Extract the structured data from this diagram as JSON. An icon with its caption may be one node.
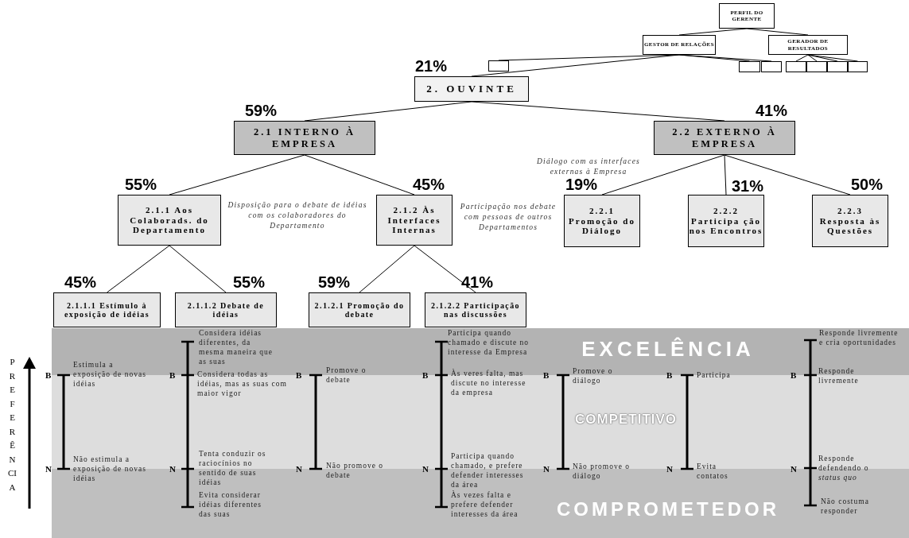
{
  "diagram": {
    "nodes": [
      {
        "text": [
          "PERFIL DO GERENTE"
        ]
      },
      {
        "text": [
          "GESTOR DE RELAÇÕES"
        ]
      },
      {
        "text": [
          "GERADOR DE RESULTADOS"
        ]
      },
      {
        "text": [],
        "shape": "box"
      },
      {
        "text": [],
        "shape": "box"
      },
      {
        "text": [],
        "shape": "box"
      },
      {
        "text": [],
        "shape": "box"
      },
      {
        "text": [],
        "shape": "box"
      },
      {
        "text": [],
        "shape": "box"
      },
      {
        "text": [],
        "shape": "box"
      },
      {
        "text": [
          "2. OUVINTE"
        ],
        "beside": [
          "21%"
        ]
      },
      {
        "text": [
          "2.1 INTERNO À EMPRESA"
        ],
        "beside": [
          "59%"
        ]
      },
      {
        "text": [
          "2.2 EXTERNO À EMPRESA"
        ],
        "beside": [
          "41%",
          "Diálogo com as interfaces externas à Empresa"
        ]
      },
      {
        "text": [
          "2.1.1 Aos Colaborads. do Departamento"
        ],
        "beside": [
          "55%",
          "Disposição para o debate de idéias com os colaboradores do Departamento"
        ]
      },
      {
        "text": [
          "2.1.2 Às Interfaces Internas"
        ],
        "beside": [
          "45%",
          "Participação nos debate com pessoas de outros Departamentos"
        ]
      },
      {
        "text": [
          "2.2.1 Promoção do Diálogo"
        ],
        "beside": [
          "19%"
        ]
      },
      {
        "text": [
          "2.2.2 Participa ção nos Encontros"
        ],
        "beside": [
          "31%"
        ]
      },
      {
        "text": [
          "2.2.3 Resposta às Questões"
        ],
        "beside": [
          "50%"
        ]
      },
      {
        "text": [
          "2.1.1.1 Estímulo à exposição de idéias"
        ],
        "beside": [
          "45%"
        ]
      },
      {
        "text": [
          "2.1.1.2 Debate de idéias"
        ],
        "beside": [
          "55%"
        ]
      },
      {
        "text": [
          "2.1.2.1 Promoção do debate"
        ],
        "beside": [
          "59%"
        ]
      },
      {
        "text": [
          "2.1.2.2 Participação nas discussões"
        ],
        "beside": [
          "41%"
        ]
      },
      {
        "text": [
          "EXCELÊNCIA"
        ]
      },
      {
        "text": [
          "COMPETITIVO"
        ]
      },
      {
        "text": [
          "COMPROMETEDOR"
        ]
      }
    ],
    "edges": [
      {
        "from": 0,
        "to": 1,
        "arrow": "none"
      },
      {
        "from": 0,
        "to": 2,
        "arrow": "none"
      },
      {
        "from": 1,
        "to": 3,
        "arrow": "none"
      },
      {
        "from": 1,
        "to": 10,
        "arrow": "none"
      },
      {
        "from": 1,
        "to": 4,
        "arrow": "none"
      },
      {
        "from": 1,
        "to": 5,
        "arrow": "none"
      },
      {
        "from": 2,
        "to": 6,
        "arrow": "none"
      },
      {
        "from": 2,
        "to": 7,
        "arrow": "none"
      },
      {
        "from": 2,
        "to": 8,
        "arrow": "none"
      },
      {
        "from": 2,
        "to": 9,
        "arrow": "none"
      },
      {
        "from": 10,
        "to": 11,
        "arrow": "none"
      },
      {
        "from": 10,
        "to": 12,
        "arrow": "none"
      },
      {
        "from": 11,
        "to": 13,
        "arrow": "none"
      },
      {
        "from": 11,
        "to": 14,
        "arrow": "none"
      },
      {
        "from": 12,
        "to": 15,
        "arrow": "none"
      },
      {
        "from": 12,
        "to": 16,
        "arrow": "none"
      },
      {
        "from": 12,
        "to": 17,
        "arrow": "none"
      },
      {
        "from": 13,
        "to": 18,
        "arrow": "none"
      },
      {
        "from": 13,
        "to": 19,
        "arrow": "none"
      },
      {
        "from": 14,
        "to": 20,
        "arrow": "none"
      },
      {
        "from": 14,
        "to": 21,
        "arrow": "none"
      }
    ],
    "labels": [
      "PREFERÊNCIA",
      "B",
      "Estimula a exposição de novas idéias",
      "N",
      "Não estimula a exposição de novas idéias",
      "Considera idéias diferentes, da mesma maneira que as suas",
      "B",
      "Considera todas as idéias, mas as suas com maior vigor",
      "N",
      "Tenta conduzir os raciocínios no sentido de suas idéias",
      "Evita considerar idéias diferentes das suas",
      "B",
      "Promove o debate",
      "N",
      "Não promove o debate",
      "Participa quando chamado e discute no interesse da Empresa",
      "B",
      "Às veres falta, mas discute no interesse da empresa",
      "N",
      "Participa quando chamado, e prefere defender interesses da área",
      "Às vezes falta e prefere defender interesses da área",
      "B",
      "Promove o diálogo",
      "N",
      "Não promove o diálogo",
      "B",
      "Participa",
      "N",
      "Evita contatos",
      "Responde livremente e cria oportunidades",
      "B",
      "Responde livremente",
      "N",
      "Responde defendendo o *status quo*",
      "Não costuma responder"
    ]
  }
}
